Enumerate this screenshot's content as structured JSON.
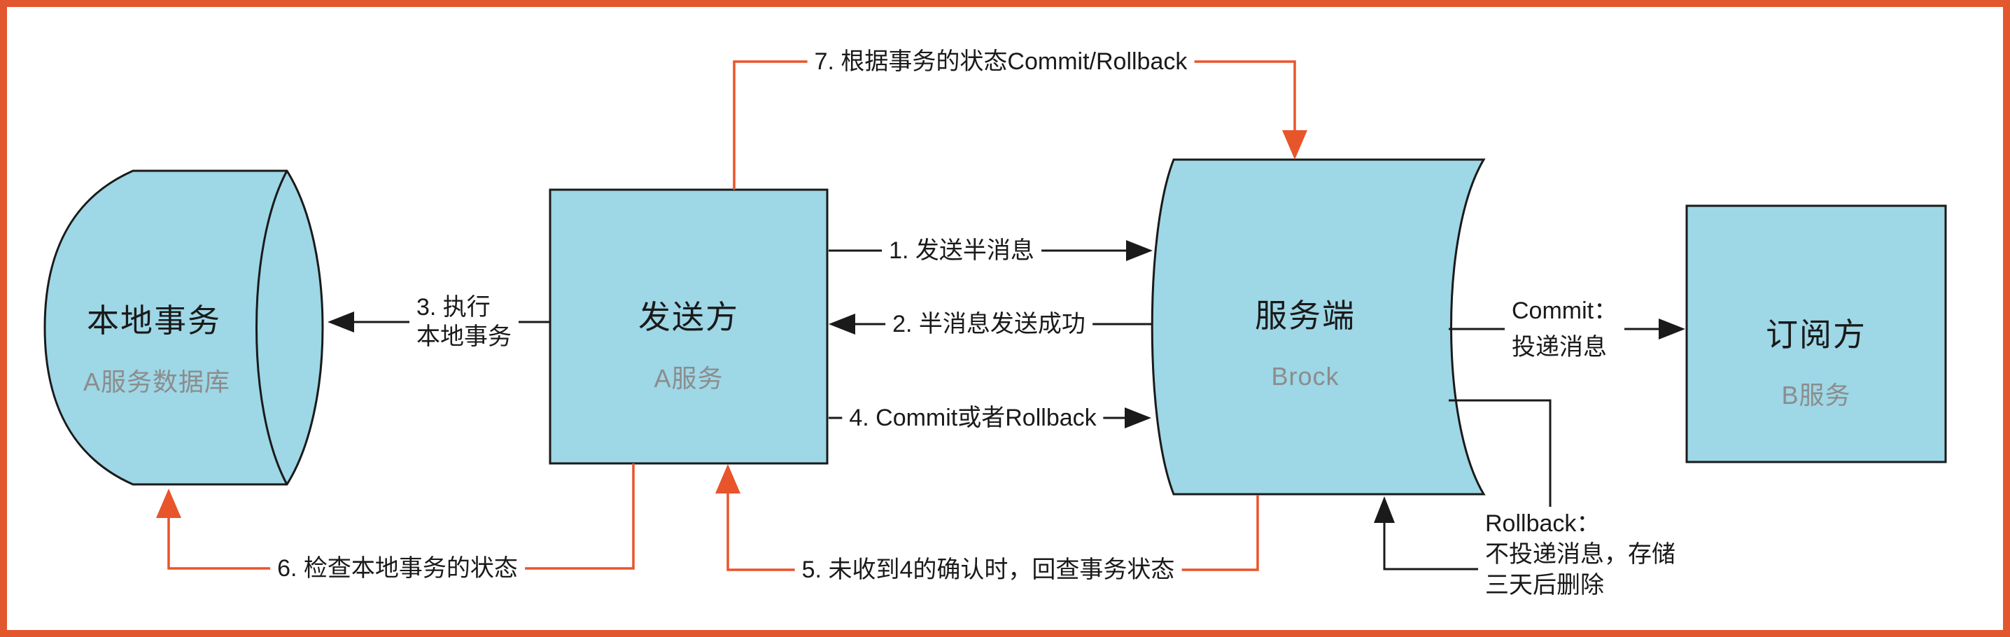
{
  "diagram": {
    "border_color": "#e2572e",
    "accent_color": "#e8552b",
    "node_fill": "#9ed7e6",
    "stroke_color": "#1a1a1a",
    "subtitle_color": "#8c8c8c"
  },
  "nodes": {
    "local_transaction": {
      "title": "本地事务",
      "subtitle": "A服务数据库"
    },
    "sender": {
      "title": "发送方",
      "subtitle": "A服务"
    },
    "broker": {
      "title": "服务端",
      "subtitle": "Brock"
    },
    "subscriber": {
      "title": "订阅方",
      "subtitle": "B服务"
    }
  },
  "edges": {
    "step1": {
      "label": "1. 发送半消息"
    },
    "step2": {
      "label": "2. 半消息发送成功"
    },
    "step3": {
      "label": "3. 执行\n本地事务"
    },
    "step4": {
      "label": "4. Commit或者Rollback"
    },
    "step5": {
      "label": "5. 未收到4的确认时，回查事务状态"
    },
    "step6": {
      "label": "6. 检查本地事务的状态"
    },
    "step7": {
      "label": "7. 根据事务的状态Commit/Rollback"
    },
    "commit": {
      "label": "Commit：\n投递消息"
    },
    "rollback": {
      "label": "Rollback：\n不投递消息，存储\n三天后删除"
    }
  }
}
